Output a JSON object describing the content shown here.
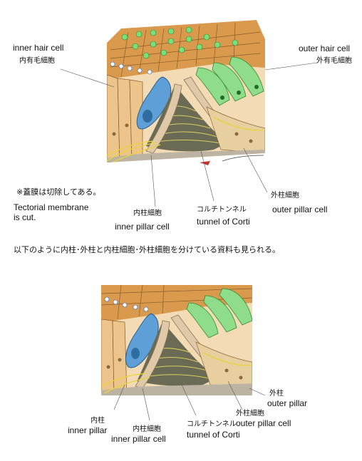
{
  "figure1": {
    "inner_hair_cell_en": "inner hair cell",
    "inner_hair_cell_ja": "内有毛細胞",
    "outer_hair_cell_en": "outer hair cell",
    "outer_hair_cell_ja": "外有毛細胞",
    "note_ja": "※蓋膜は切除してある。",
    "note_en_line1": "Tectorial membrane",
    "note_en_line2": "is cut.",
    "inner_pillar_cell_ja": "内柱細胞",
    "inner_pillar_cell_en": "inner pillar cell",
    "tunnel_ja": "コルチトンネル",
    "tunnel_en": "tunnel of Corti",
    "outer_pillar_cell_ja": "外柱細胞",
    "outer_pillar_cell_en": "outer pillar cell"
  },
  "caption": "以下のように内柱･外柱と内柱細胞･外柱細胞を分けている資料も見られる。",
  "figure2": {
    "inner_pillar_ja": "内柱",
    "inner_pillar_en": "inner pillar",
    "inner_pillar_cell_ja": "内柱細胞",
    "inner_pillar_cell_en": "inner pillar cell",
    "tunnel_ja": "コルチトンネル",
    "tunnel_en": "tunnel of Corti",
    "outer_pillar_cell_ja": "外柱細胞",
    "outer_pillar_cell_en": "outer pillar cell",
    "outer_pillar_ja": "外柱",
    "outer_pillar_en": "outer pillar"
  }
}
